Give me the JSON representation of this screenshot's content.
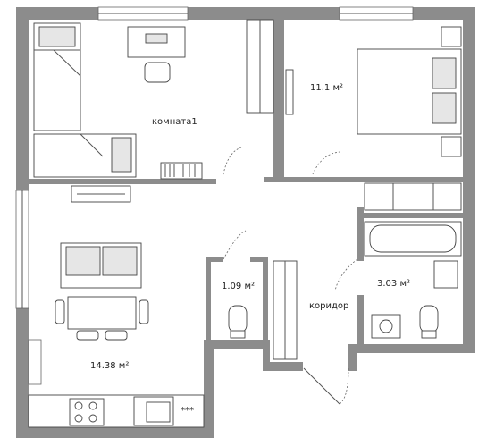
{
  "rooms": [
    {
      "id": "room1",
      "label": "комната1"
    },
    {
      "id": "bedroom",
      "label": "11.1 м²"
    },
    {
      "id": "living",
      "label": "14.38 м²"
    },
    {
      "id": "wc",
      "label": "1.09 м²"
    },
    {
      "id": "bath",
      "label": "3.03 м²"
    },
    {
      "id": "corridor",
      "label": "коридор"
    }
  ],
  "colors": {
    "wall": "#8c8c8c",
    "fill": "#ffffff",
    "stroke": "#444444"
  }
}
